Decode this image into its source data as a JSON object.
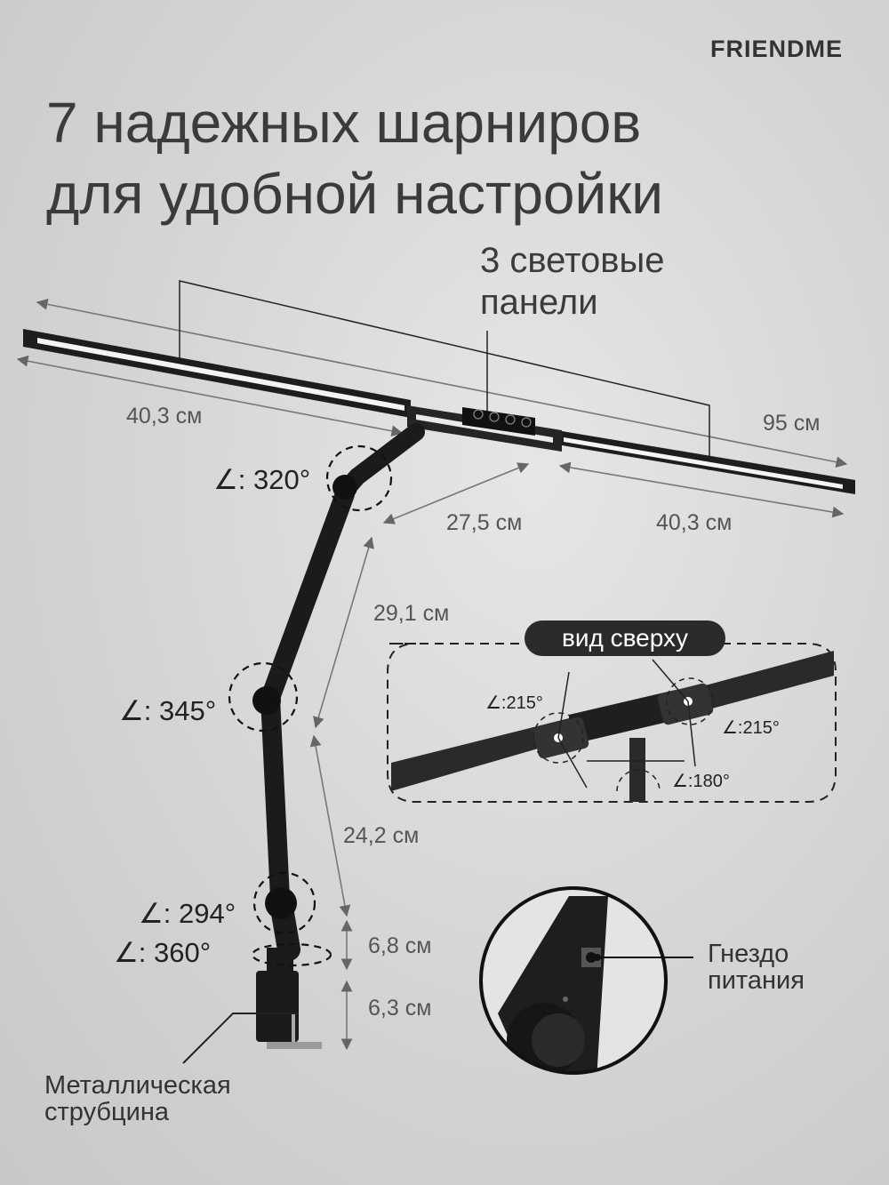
{
  "brand": "FRIENDME",
  "title": {
    "line1": "7 надежных шарниров",
    "line2": "для удобной настройки"
  },
  "panels_label": {
    "line1": "3 световые",
    "line2": "панели"
  },
  "dimensions": {
    "left_panel": "40,3 см",
    "total_width": "95 см",
    "center_panel": "27,5 см",
    "right_panel": "40,3 см",
    "upper_arm": "29,1 см",
    "lower_arm": "24,2 см",
    "joint_height": "6,8 см",
    "clamp_height": "6,3 см"
  },
  "angles": {
    "top_joint": "∠: 320°",
    "middle_joint": "∠: 345°",
    "lower_joint": "∠: 294°",
    "base_rotation": "∠: 360°"
  },
  "top_view": {
    "badge": "вид сверху",
    "left_angle": "∠:215°",
    "right_angle": "∠:215°",
    "center_angle": "∠:180°"
  },
  "callouts": {
    "power_line1": "Гнездо",
    "power_line2": "питания",
    "clamp_line1": "Металлическая",
    "clamp_line2": "струбцина"
  }
}
